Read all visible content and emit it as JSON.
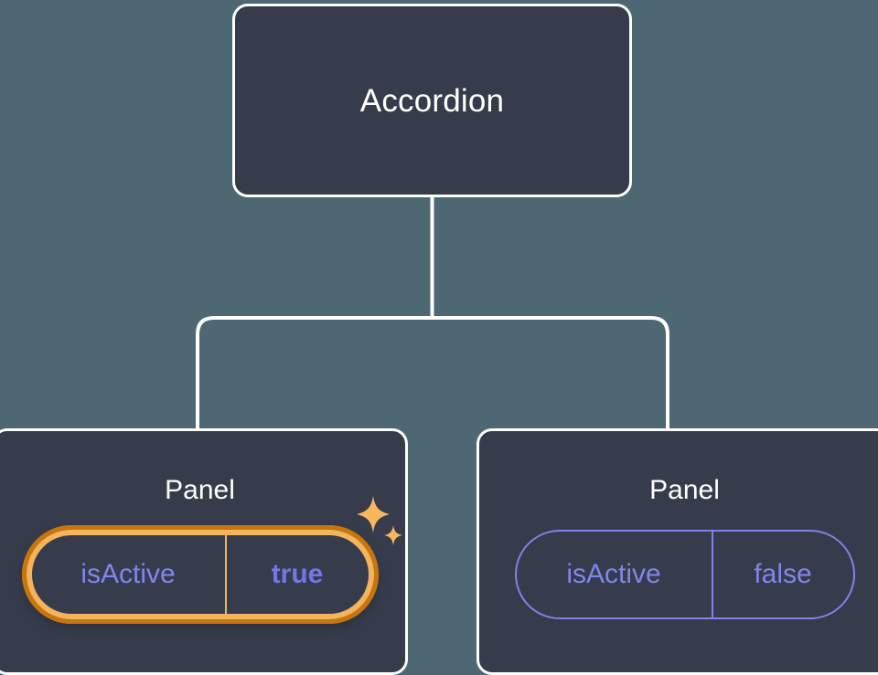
{
  "canvas": {
    "background_color": "#4d6873",
    "node_fill_color": "#363c4b",
    "node_border_color": "#ffffff",
    "connector_color": "#ffffff",
    "prop_accent_color": "#8186ef",
    "highlight_outer_color": "#c8750f",
    "highlight_inner_color": "#f3b45e",
    "sparkle_color": "#f7b75e"
  },
  "tree": {
    "root": {
      "title": "Accordion"
    },
    "children": [
      {
        "title": "Panel",
        "highlighted": true,
        "prop": {
          "name": "isActive",
          "value": "true"
        },
        "badge_icon": "sparkles-icon"
      },
      {
        "title": "Panel",
        "highlighted": false,
        "prop": {
          "name": "isActive",
          "value": "false"
        }
      }
    ]
  }
}
